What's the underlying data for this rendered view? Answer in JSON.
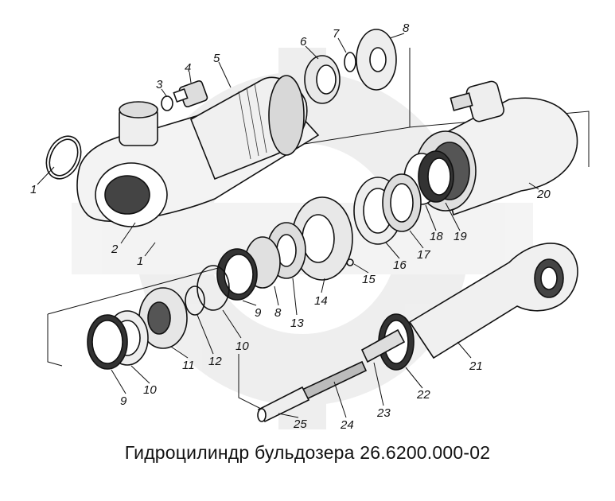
{
  "caption": "Гидроцилиндр бульдозера 26.6200.000-02",
  "callouts": {
    "p1a": "1",
    "p1b": "1",
    "p2": "2",
    "p3": "3",
    "p4": "4",
    "p5": "5",
    "p6": "6",
    "p7": "7",
    "p8a": "8",
    "p8b": "8",
    "p9a": "9",
    "p9b": "9",
    "p10a": "10",
    "p10b": "10",
    "p11": "11",
    "p12": "12",
    "p13": "13",
    "p14": "14",
    "p15": "15",
    "p16": "16",
    "p17": "17",
    "p18": "18",
    "p19": "19",
    "p20": "20",
    "p21": "21",
    "p22": "22",
    "p23": "23",
    "p24": "24",
    "p25": "25"
  }
}
